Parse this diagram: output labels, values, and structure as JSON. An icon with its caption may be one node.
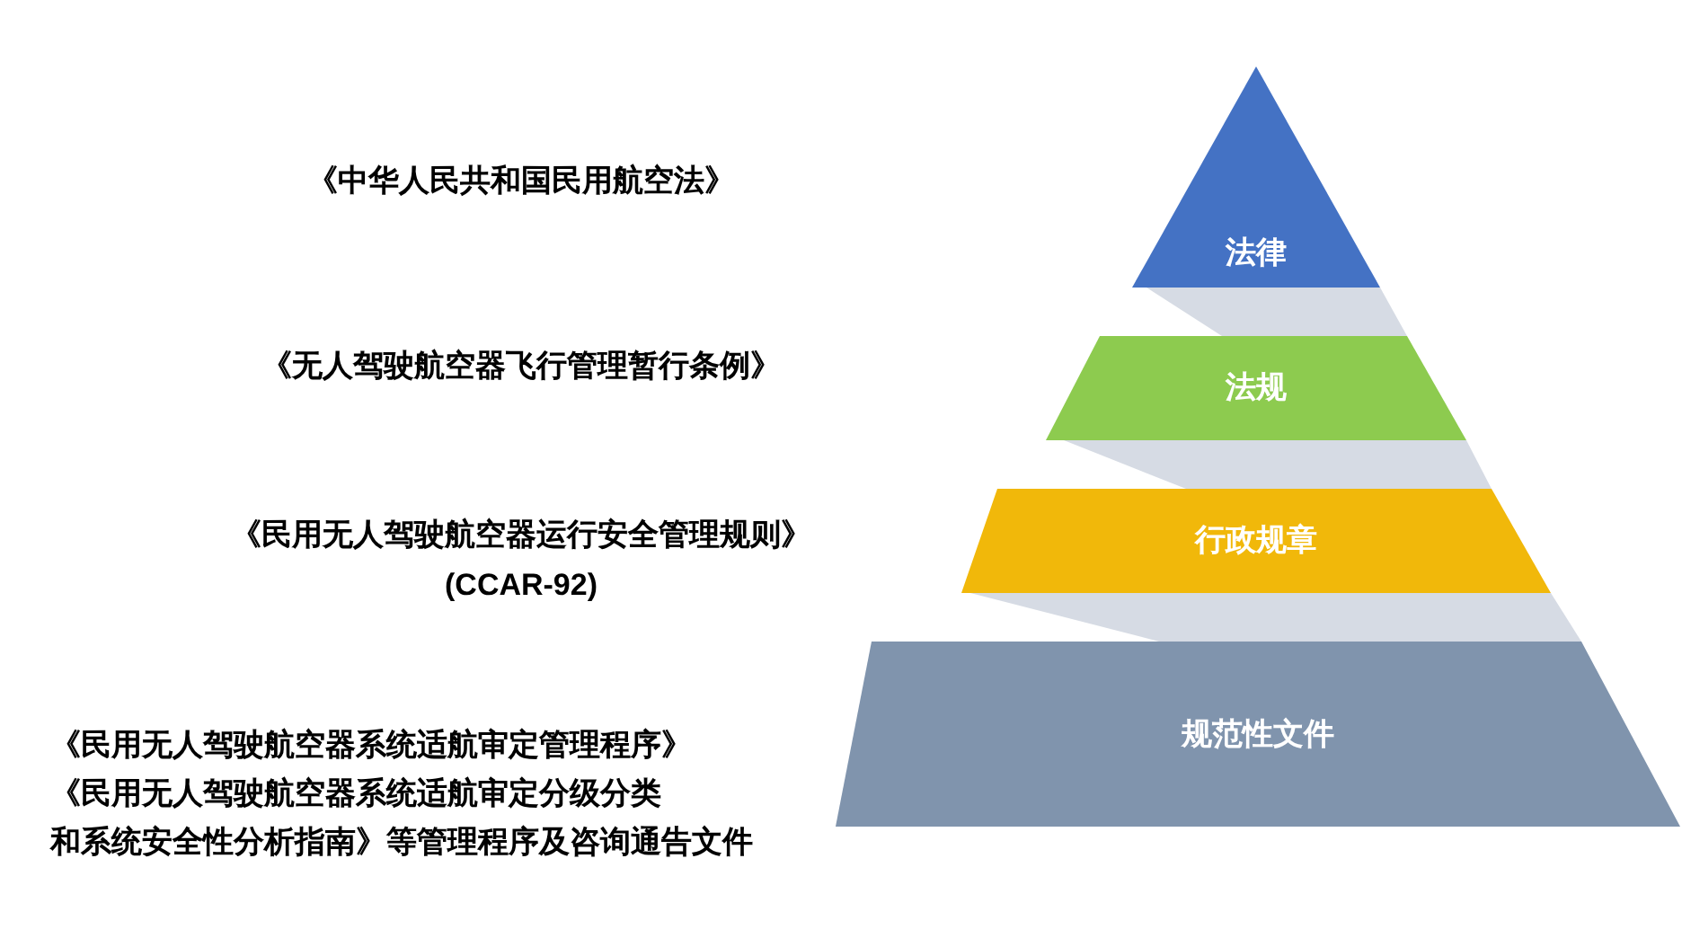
{
  "diagram": {
    "nodes": [
      {
        "text": [
          "法律"
        ]
      },
      {
        "text": [
          "法规"
        ]
      },
      {
        "text": [
          "行政规章"
        ]
      },
      {
        "text": [
          "规范性文件"
        ]
      }
    ],
    "labels": [
      "《中华人民共和国民用航空法》",
      "《无人驾驶航空器飞行管理暂行条例》",
      "《民用无人驾驶航空器运行安全管理规则》",
      "(CCAR-92)",
      "《民用无人驾驶航空器系统适航审定管理程序》",
      "《民用无人驾驶航空器系统适航审定分级分类和系统安全性分析指南》等管理程序及咨询通告文件"
    ]
  }
}
